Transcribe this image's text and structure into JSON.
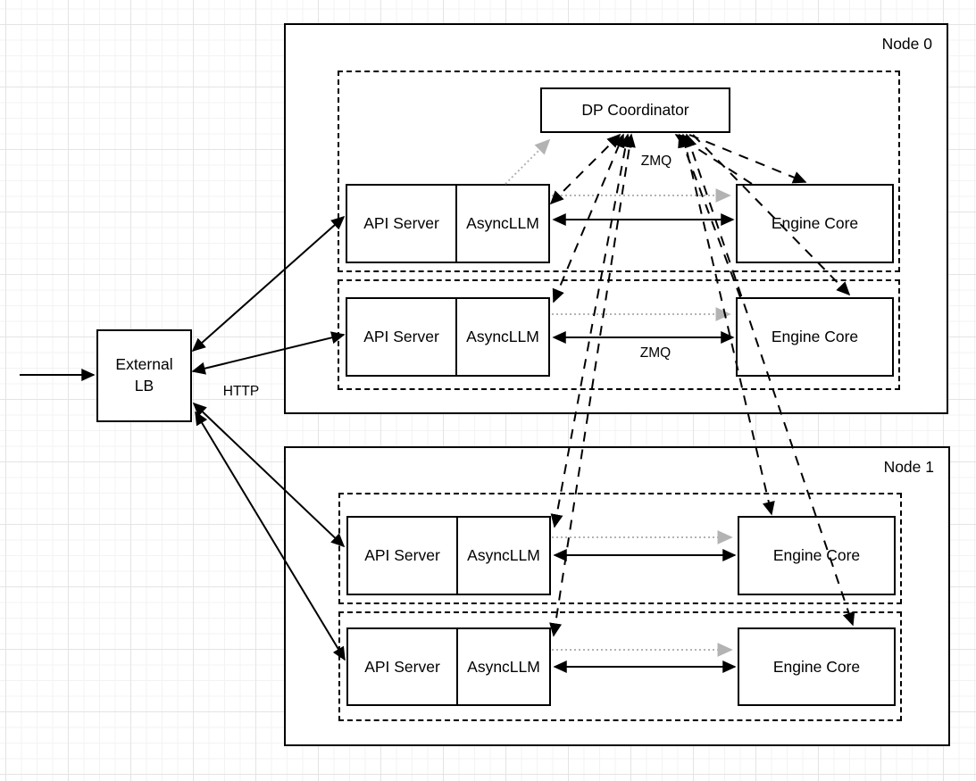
{
  "external_lb": {
    "line1": "External",
    "line2": "LB"
  },
  "labels": {
    "http": "HTTP",
    "zmq_coordinator": "ZMQ",
    "zmq_row": "ZMQ"
  },
  "coordinator": {
    "label": "DP Coordinator"
  },
  "nodes": [
    {
      "label": "Node 0",
      "rows": [
        {
          "api_server": "API Server",
          "async_llm": "AsyncLLM",
          "engine_core": "Engine Core"
        },
        {
          "api_server": "API Server",
          "async_llm": "AsyncLLM",
          "engine_core": "Engine Core"
        }
      ]
    },
    {
      "label": "Node 1",
      "rows": [
        {
          "api_server": "API Server",
          "async_llm": "AsyncLLM",
          "engine_core": "Engine Core"
        },
        {
          "api_server": "API Server",
          "async_llm": "AsyncLLM",
          "engine_core": "Engine Core"
        }
      ]
    }
  ],
  "colors": {
    "stroke": "#000000",
    "gray_link": "#b3b3b3",
    "box_background": "#ffffff"
  }
}
